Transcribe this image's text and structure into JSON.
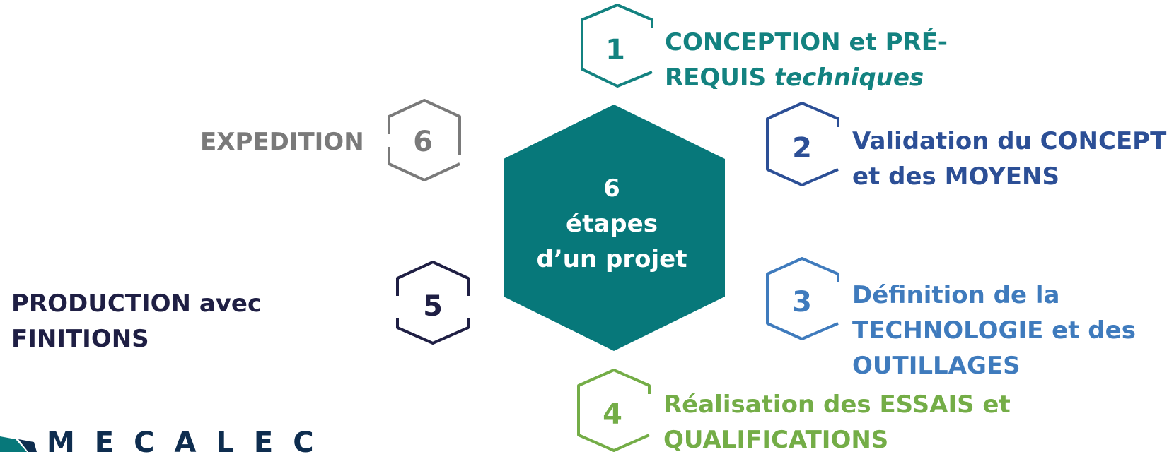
{
  "center": {
    "line1": "6",
    "line2": "étapes",
    "line3": "d’un projet",
    "color": "#07787a"
  },
  "steps": [
    {
      "number": "1",
      "line1": "CONCEPTION et PRÉ-",
      "line2_main": "REQUIS ",
      "line2_italic": "techniques",
      "color": "#138280",
      "icon": "hexagon-outline"
    },
    {
      "number": "2",
      "line1": "Validation du CONCEPT",
      "line2": "et des MOYENS",
      "color": "#2c4f96",
      "icon": "hexagon-outline"
    },
    {
      "number": "3",
      "line1": "Définition de la",
      "line2": "TECHNOLOGIE et des",
      "line3": "OUTILLAGES",
      "color": "#3f7bbd",
      "icon": "hexagon-outline"
    },
    {
      "number": "4",
      "line1": "Réalisation des ESSAIS et",
      "line2": "QUALIFICATIONS",
      "color": "#74ad47",
      "icon": "hexagon-outline"
    },
    {
      "number": "5",
      "line1": "PRODUCTION avec",
      "line2": "FINITIONS",
      "color": "#1f1f44",
      "icon": "hexagon-outline"
    },
    {
      "number": "6",
      "line1": "EXPEDITION",
      "color": "#7a7a7a",
      "icon": "hexagon-outline"
    }
  ],
  "logo": {
    "text": "MECALEC",
    "color": "#0e2d4f",
    "icon": "chevron-logo-icon"
  }
}
